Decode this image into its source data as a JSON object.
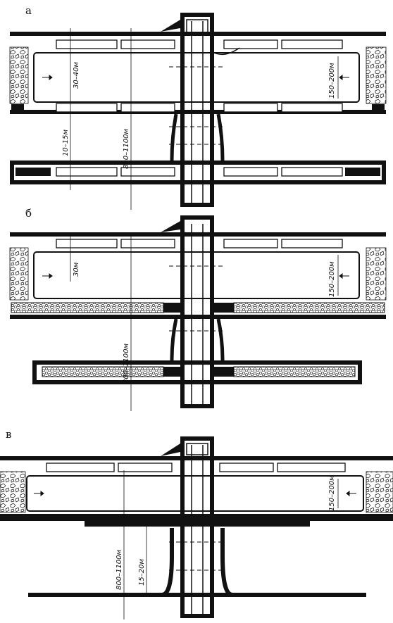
{
  "panels": [
    {
      "id": "a",
      "label": "а",
      "dimensions": {
        "pillar_height": "30–40м",
        "panel_height": "150–200м",
        "level_spacing": "10–15м",
        "depth": "800–1100м"
      }
    },
    {
      "id": "b",
      "label": "б",
      "dimensions": {
        "pillar_height": "30м",
        "panel_height": "150–200м",
        "depth": "800–1100м"
      }
    },
    {
      "id": "c",
      "label": "в",
      "dimensions": {
        "panel_height": "150–200м",
        "level_spacing": "15–20м",
        "depth": "800–1100м"
      }
    }
  ],
  "colors": {
    "ink": "#111111",
    "paper": "#ffffff",
    "fill_pattern": "#f4f4f4"
  },
  "icons": [
    "rock-texture-icon",
    "backfill-pattern-icon",
    "air-flow-arrow-icon"
  ]
}
